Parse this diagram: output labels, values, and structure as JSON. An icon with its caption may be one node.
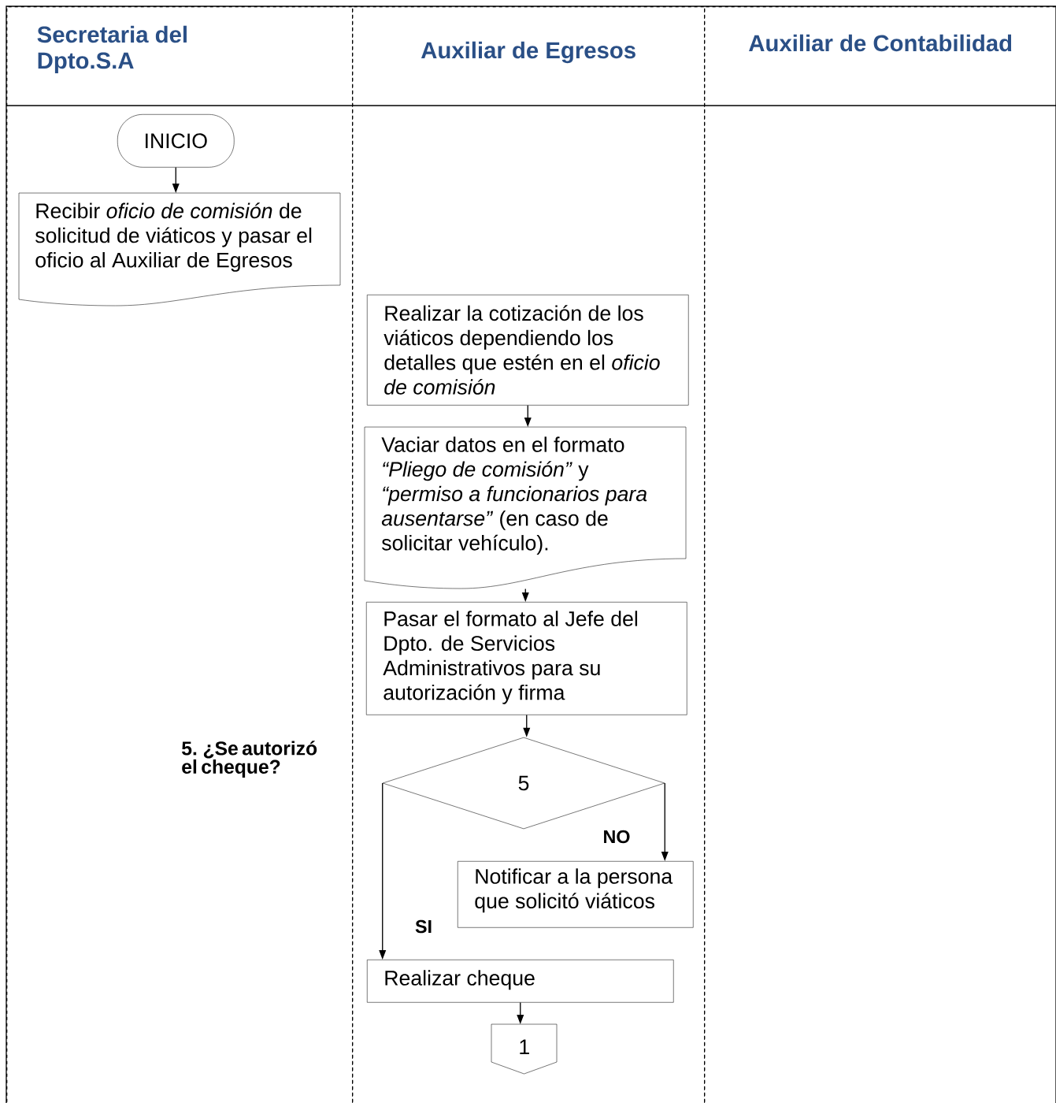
{
  "diagram": {
    "nodes": [
      {
        "text": [
          "Secretaria del Dpto.S.A"
        ]
      },
      {
        "text": [
          "Auxiliar de Egresos"
        ]
      },
      {
        "text": [
          "Auxiliar de Contabilidad"
        ]
      },
      {
        "text": [
          "INICIO"
        ],
        "in": 0
      },
      {
        "text": [
          "Recibir *oficio de comisión* de solicitud de viáticos y pasar el oficio al Auxiliar de Egresos"
        ],
        "in": 0
      },
      {
        "text": [
          "Realizar la cotización de los viáticos dependiendo los detalles que estén en el *oficio de comisión*"
        ],
        "in": 1
      },
      {
        "text": [
          "Vaciar datos en el formato *“Pliego de comisión”* y *“permiso a funcionarios para ausentarse”* (en caso de solicitar vehículo)."
        ],
        "in": 1
      },
      {
        "text": [
          "Pasar el formato al Jefe del Dpto. de Servicios Administrativos para su autorización y firma"
        ],
        "in": 1
      },
      {
        "text": [
          "5"
        ],
        "in": 1
      },
      {
        "text": [
          "Notificar a la persona que solicitó viáticos"
        ],
        "in": 1
      },
      {
        "text": [
          "Realizar cheque"
        ],
        "in": 1
      },
      {
        "text": [
          "1"
        ],
        "in": 1
      }
    ],
    "edges": [
      {
        "from": 3,
        "to": 4,
        "arrow": "to"
      },
      {
        "from": 5,
        "to": 6,
        "arrow": "to"
      },
      {
        "from": 6,
        "to": 7,
        "arrow": "to"
      },
      {
        "from": 7,
        "to": 8,
        "arrow": "to"
      },
      {
        "from": 8,
        "to": 9,
        "arrow": "to",
        "label": "NO"
      },
      {
        "from": 8,
        "to": 10,
        "arrow": "to",
        "label": "SI"
      },
      {
        "from": 10,
        "to": 11,
        "arrow": "to"
      }
    ],
    "labels": [
      "5. ¿Se autorizó el cheque?"
    ]
  }
}
